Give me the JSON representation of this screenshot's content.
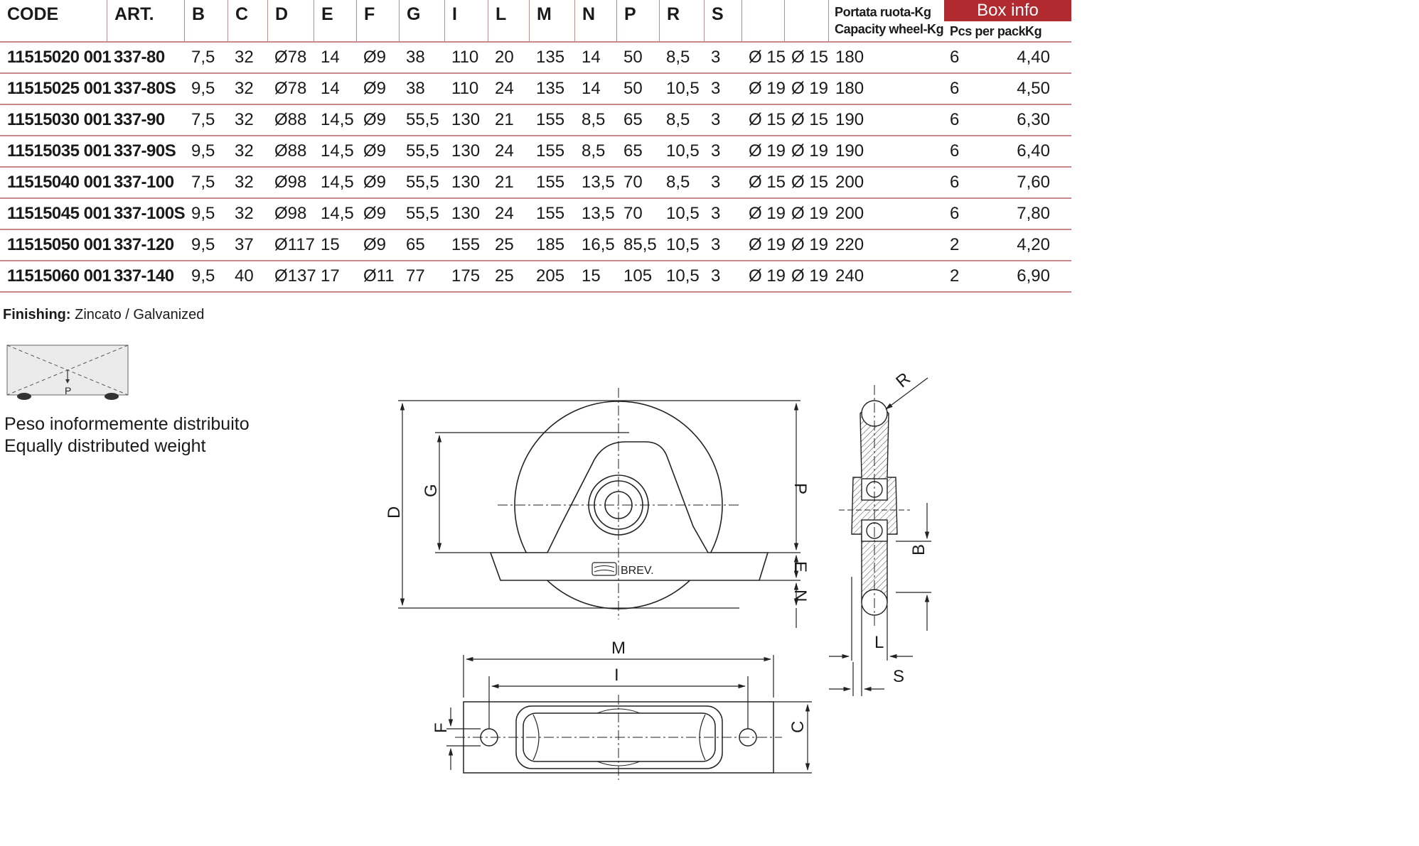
{
  "table": {
    "headers": [
      "CODE",
      "ART.",
      "B",
      "C",
      "D",
      "E",
      "F",
      "G",
      "I",
      "L",
      "M",
      "N",
      "P",
      "R",
      "S",
      "",
      ""
    ],
    "capacity_header": [
      "Portata ruota-Kg",
      "Capacity wheel-Kg"
    ],
    "box_info": {
      "title": "Box info",
      "pcs_label": "Pcs per pack",
      "kg_label": "Kg"
    },
    "rows": [
      [
        "11515020 001",
        "337-80",
        "7,5",
        "32",
        "Ø78",
        "14",
        "Ø9",
        "38",
        "110",
        "20",
        "135",
        "14",
        "50",
        "8,5",
        "3",
        "Ø 15",
        "Ø 15",
        "180",
        "6",
        "4,40"
      ],
      [
        "11515025 001",
        "337-80S",
        "9,5",
        "32",
        "Ø78",
        "14",
        "Ø9",
        "38",
        "110",
        "24",
        "135",
        "14",
        "50",
        "10,5",
        "3",
        "Ø 19",
        "Ø 19",
        "180",
        "6",
        "4,50"
      ],
      [
        "11515030 001",
        "337-90",
        "7,5",
        "32",
        "Ø88",
        "14,5",
        "Ø9",
        "55,5",
        "130",
        "21",
        "155",
        "8,5",
        "65",
        "8,5",
        "3",
        "Ø 15",
        "Ø 15",
        "190",
        "6",
        "6,30"
      ],
      [
        "11515035 001",
        "337-90S",
        "9,5",
        "32",
        "Ø88",
        "14,5",
        "Ø9",
        "55,5",
        "130",
        "24",
        "155",
        "8,5",
        "65",
        "10,5",
        "3",
        "Ø 19",
        "Ø 19",
        "190",
        "6",
        "6,40"
      ],
      [
        "11515040 001",
        "337-100",
        "7,5",
        "32",
        "Ø98",
        "14,5",
        "Ø9",
        "55,5",
        "130",
        "21",
        "155",
        "13,5",
        "70",
        "8,5",
        "3",
        "Ø 15",
        "Ø 15",
        "200",
        "6",
        "7,60"
      ],
      [
        "11515045 001",
        "337-100S",
        "9,5",
        "32",
        "Ø98",
        "14,5",
        "Ø9",
        "55,5",
        "130",
        "24",
        "155",
        "13,5",
        "70",
        "10,5",
        "3",
        "Ø 19",
        "Ø 19",
        "200",
        "6",
        "7,80"
      ],
      [
        "11515050 001",
        "337-120",
        "9,5",
        "37",
        "Ø117",
        "15",
        "Ø9",
        "65",
        "155",
        "25",
        "185",
        "16,5",
        "85,5",
        "10,5",
        "3",
        "Ø 19",
        "Ø 19",
        "220",
        "2",
        "4,20"
      ],
      [
        "11515060 001",
        "337-140",
        "9,5",
        "40",
        "Ø137",
        "17",
        "Ø11",
        "77",
        "175",
        "25",
        "205",
        "15",
        "105",
        "10,5",
        "3",
        "Ø 19",
        "Ø 19",
        "240",
        "2",
        "6,90"
      ]
    ]
  },
  "finishing": {
    "label": "Finishing:",
    "value": "Zincato / Galvanized"
  },
  "load_icon": {
    "label": "P"
  },
  "weight_note": {
    "it": "Peso inoformemente distribuito",
    "en": "Equally distributed weight"
  },
  "drawing": {
    "labels": {
      "D": "D",
      "G": "G",
      "P": "P",
      "E": "E",
      "N": "N",
      "M": "M",
      "I": "I",
      "F": "F",
      "C": "C",
      "R": "R",
      "B": "B",
      "L": "L",
      "S": "S"
    },
    "logo_text": "BREV."
  }
}
